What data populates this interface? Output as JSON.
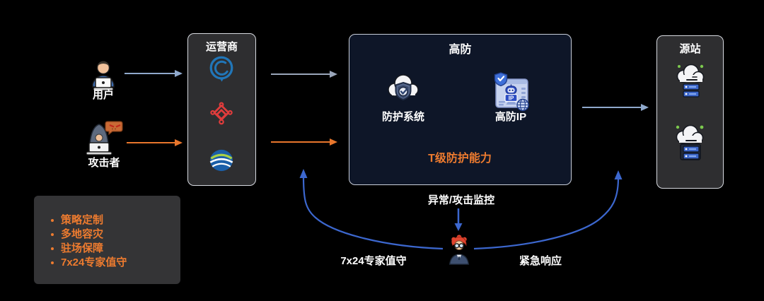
{
  "diagram": {
    "actors": {
      "user": {
        "label": "用户",
        "icon": "user-laptop-icon"
      },
      "attacker": {
        "label": "攻击者",
        "icon": "hacker-laptop-icon"
      }
    },
    "carrier_box": {
      "title": "运营商",
      "icons": [
        "china-telecom-icon",
        "china-unicom-icon",
        "china-mobile-icon"
      ]
    },
    "protection_box": {
      "title": "高防",
      "protection_system_label": "防护系统",
      "anti_ddos_ip_label": "高防IP",
      "ip_badge": "IP",
      "capability_label": "T级防护能力"
    },
    "origin_box": {
      "title": "源站",
      "icons": [
        "cloud-server-icon",
        "cloud-server-icon"
      ]
    },
    "monitoring_label": "异常/攻击监控",
    "expert": {
      "icon": "expert-person-icon",
      "left_label": "7x24专家值守",
      "right_label": "紧急响应"
    },
    "features": {
      "items": [
        "策略定制",
        "多地容灾",
        "驻场保障",
        "7x24专家值守"
      ]
    }
  },
  "colors": {
    "background": "#000000",
    "accent_orange": "#ED7B2F",
    "arrow_orange": "#E8762C",
    "arrow_blue_light": "#8FA9CC",
    "arrow_gray": "#9AA6BA",
    "arrow_blue_royal": "#3C67CE",
    "box_gray_bg": "#2E2E30",
    "box_navy_bg": "#0E1628",
    "box_border": "#D7DAE0",
    "feature_box_bg": "#343436",
    "telecom_blue": "#2176B8",
    "unicom_red": "#E03C3C",
    "mobile_blue": "#1B5FA8",
    "mobile_green": "#A9D046",
    "text_white": "#FFFFFF"
  }
}
